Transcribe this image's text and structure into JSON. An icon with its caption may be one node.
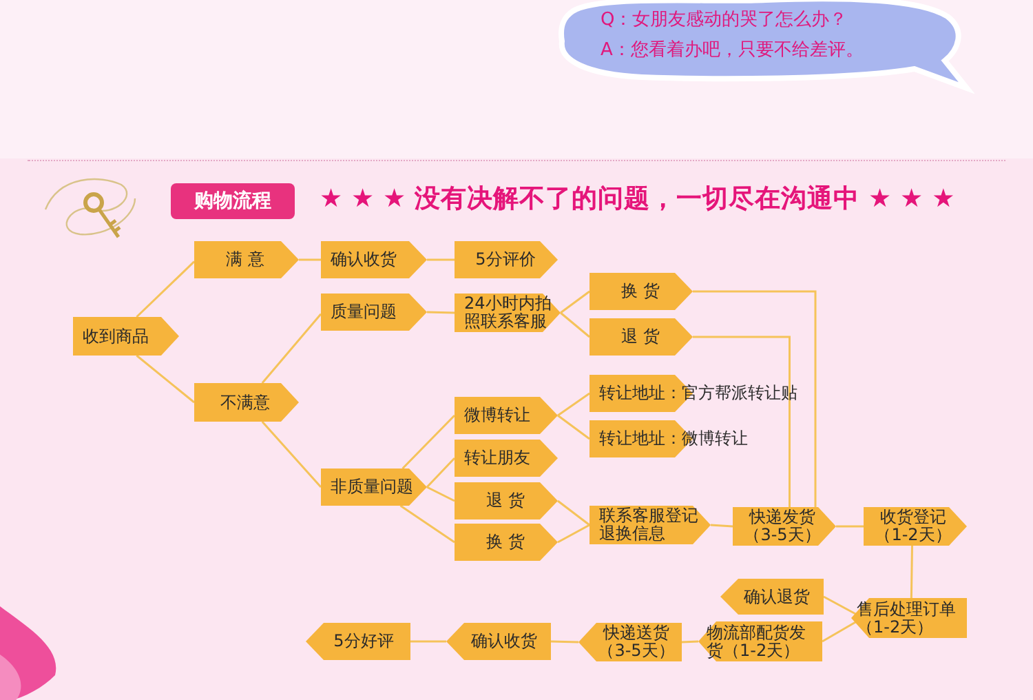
{
  "diagram": {
    "title": "★ ★ ★ 没有决解不了的问题，一切尽在沟通中 ★ ★ ★",
    "nodes": [
      {
        "text": [
          "Q：女朋友感动的哭了怎么办？",
          "A：您看着办吧，只要不给差评。"
        ]
      },
      {
        "text": [
          "购物流程"
        ]
      },
      {
        "text": [
          "收到商品"
        ]
      },
      {
        "text": [
          "满 意"
        ]
      },
      {
        "text": [
          "确认收货"
        ]
      },
      {
        "text": [
          "5分评价"
        ]
      },
      {
        "text": [
          "不满意"
        ]
      },
      {
        "text": [
          "质量问题"
        ]
      },
      {
        "text": [
          "24小时内拍照联系客服"
        ]
      },
      {
        "text": [
          "换 货"
        ]
      },
      {
        "text": [
          "退 货"
        ]
      },
      {
        "text": [
          "非质量问题"
        ]
      },
      {
        "text": [
          "微博转让"
        ]
      },
      {
        "text": [
          "转让朋友"
        ]
      },
      {
        "text": [
          "退 货"
        ]
      },
      {
        "text": [
          "换 货"
        ]
      },
      {
        "text": [
          "转让地址：官方帮派转让贴"
        ]
      },
      {
        "text": [
          "转让地址：微博转让"
        ]
      },
      {
        "text": [
          "联系客服登记退换信息"
        ]
      },
      {
        "text": [
          "快递发货（3-5天）"
        ]
      },
      {
        "text": [
          "收货登记（1-2天）"
        ]
      },
      {
        "text": [
          "售后处理订单（1-2天）"
        ]
      },
      {
        "text": [
          "确认退货"
        ]
      },
      {
        "text": [
          "物流部配货发货（1-2天）"
        ]
      },
      {
        "text": [
          "快递送货（3-5天）"
        ]
      },
      {
        "text": [
          "确认收货"
        ]
      },
      {
        "text": [
          "5分好评"
        ]
      }
    ],
    "edges": [
      {
        "from": 2,
        "to": 3,
        "arrow": "none"
      },
      {
        "from": 2,
        "to": 6,
        "arrow": "none"
      },
      {
        "from": 3,
        "to": 4,
        "arrow": "none"
      },
      {
        "from": 4,
        "to": 5,
        "arrow": "none"
      },
      {
        "from": 6,
        "to": 7,
        "arrow": "none"
      },
      {
        "from": 6,
        "to": 11,
        "arrow": "none"
      },
      {
        "from": 7,
        "to": 8,
        "arrow": "none"
      },
      {
        "from": 8,
        "to": 9,
        "arrow": "none"
      },
      {
        "from": 8,
        "to": 10,
        "arrow": "none"
      },
      {
        "from": 11,
        "to": 12,
        "arrow": "none"
      },
      {
        "from": 11,
        "to": 13,
        "arrow": "none"
      },
      {
        "from": 11,
        "to": 14,
        "arrow": "none"
      },
      {
        "from": 11,
        "to": 15,
        "arrow": "none"
      },
      {
        "from": 12,
        "to": 16,
        "arrow": "none"
      },
      {
        "from": 12,
        "to": 17,
        "arrow": "none"
      },
      {
        "from": 14,
        "to": 18,
        "arrow": "none"
      },
      {
        "from": 15,
        "to": 18,
        "arrow": "none"
      },
      {
        "from": 18,
        "to": 19,
        "arrow": "none"
      },
      {
        "from": 9,
        "to": 19,
        "arrow": "none"
      },
      {
        "from": 10,
        "to": 19,
        "arrow": "none"
      },
      {
        "from": 19,
        "to": 20,
        "arrow": "none"
      },
      {
        "from": 20,
        "to": 21,
        "arrow": "none"
      },
      {
        "from": 21,
        "to": 22,
        "arrow": "none"
      },
      {
        "from": 21,
        "to": 23,
        "arrow": "none"
      },
      {
        "from": 23,
        "to": 24,
        "arrow": "none"
      },
      {
        "from": 24,
        "to": 25,
        "arrow": "none"
      },
      {
        "from": 25,
        "to": 26,
        "arrow": "none"
      }
    ]
  }
}
